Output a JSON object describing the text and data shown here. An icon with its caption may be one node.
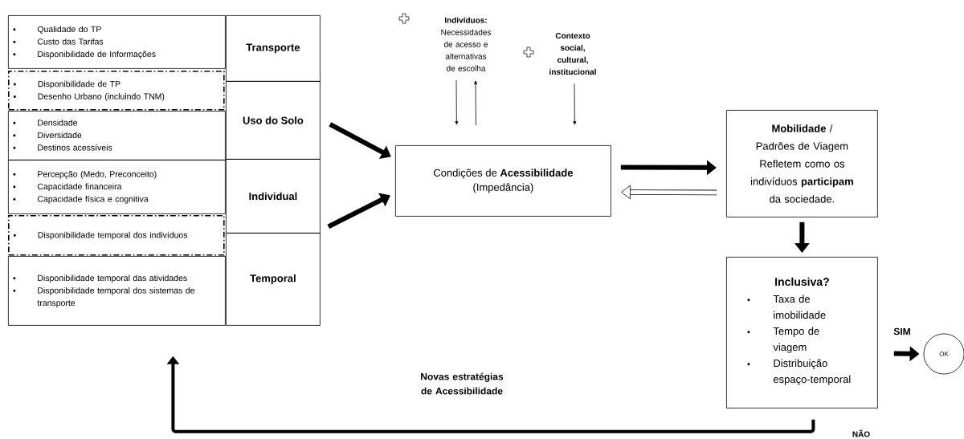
{
  "diagram": {
    "nodes": [
      {
        "text": [
          "Qualidade do TP",
          "Custo das Tarifas",
          "Disponibilidade de Informações"
        ]
      },
      {
        "text": [
          "Disponibilidade de TP",
          "Desenho Urbano (incluindo TNM)"
        ]
      },
      {
        "text": [
          "Densidade",
          "Diversidade",
          "Destinos acessíveis"
        ]
      },
      {
        "text": [
          "Percepção (Medo, Preconceito)",
          "Capacidade financeira",
          "Capacidade física e cognitiva"
        ]
      },
      {
        "text": [
          "Disponibilidade temporal dos indivíduos"
        ]
      },
      {
        "text": [
          "Disponibilidade temporal das atividades",
          "Disponibilidade temporal dos sistemas de transporte"
        ]
      },
      {
        "text": [
          "Transporte"
        ]
      },
      {
        "text": [
          "Uso do Solo"
        ]
      },
      {
        "text": [
          "Individual"
        ]
      },
      {
        "text": [
          "Temporal"
        ]
      },
      {
        "text": [
          "Indivíduos:",
          "Necessidades de acesso e alternativas de escolha"
        ]
      },
      {
        "text": [
          "Contexto social, cultural, institucional"
        ]
      },
      {
        "text": [
          "Condições de **Acessibilidade**",
          "(Impedância)"
        ]
      },
      {
        "text": [
          "**Mobilidade** / Padrões de Viagem",
          "Refletem como os indivíduos **participam** da sociedade."
        ]
      },
      {
        "text": [
          "Inclusiva?",
          "Taxa de imobilidade",
          "Tempo de viagem",
          "Distribuição espaço-temporal"
        ]
      },
      {
        "text": [
          "OK"
        ]
      }
    ],
    "edges": [
      {
        "from": 7,
        "to": 12,
        "arrow": "to"
      },
      {
        "from": 8,
        "to": 12,
        "arrow": "to"
      },
      {
        "from": 10,
        "to": 12,
        "arrow": "to"
      },
      {
        "from": 12,
        "to": 10,
        "arrow": "to"
      },
      {
        "from": 11,
        "to": 12,
        "arrow": "to"
      },
      {
        "from": 12,
        "to": 13,
        "arrow": "to"
      },
      {
        "from": 13,
        "to": 12,
        "arrow": "to"
      },
      {
        "from": 13,
        "to": 14,
        "arrow": "to"
      },
      {
        "from": 14,
        "to": 15,
        "arrow": "to",
        "label": "SIM"
      },
      {
        "from": 14,
        "to": 5,
        "arrow": "to",
        "label": "Novas estratégias de Acessibilidade"
      }
    ],
    "labels": [
      "NÃO"
    ]
  }
}
